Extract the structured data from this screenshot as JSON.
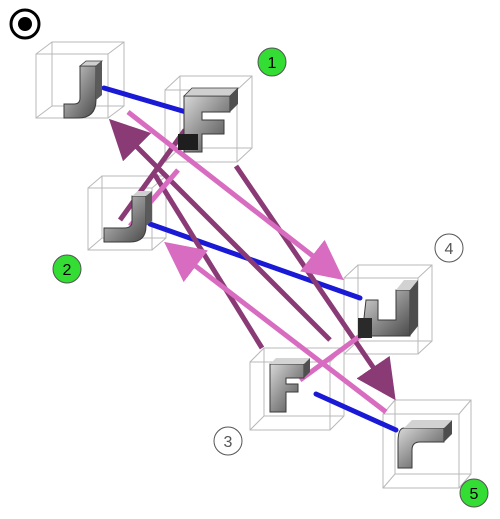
{
  "labels": {
    "l1": "1",
    "l2": "2",
    "l3": "3",
    "l4": "4",
    "l5": "5"
  },
  "colors": {
    "green": "#33dd33",
    "white": "#ffffff",
    "blue": "#1a1ad6",
    "pink": "#d86cc0",
    "purple": "#8a3a75",
    "box": "#b8b8b8",
    "gray": "#9b9b9b"
  },
  "icons": [
    "view-toggle-icon"
  ]
}
